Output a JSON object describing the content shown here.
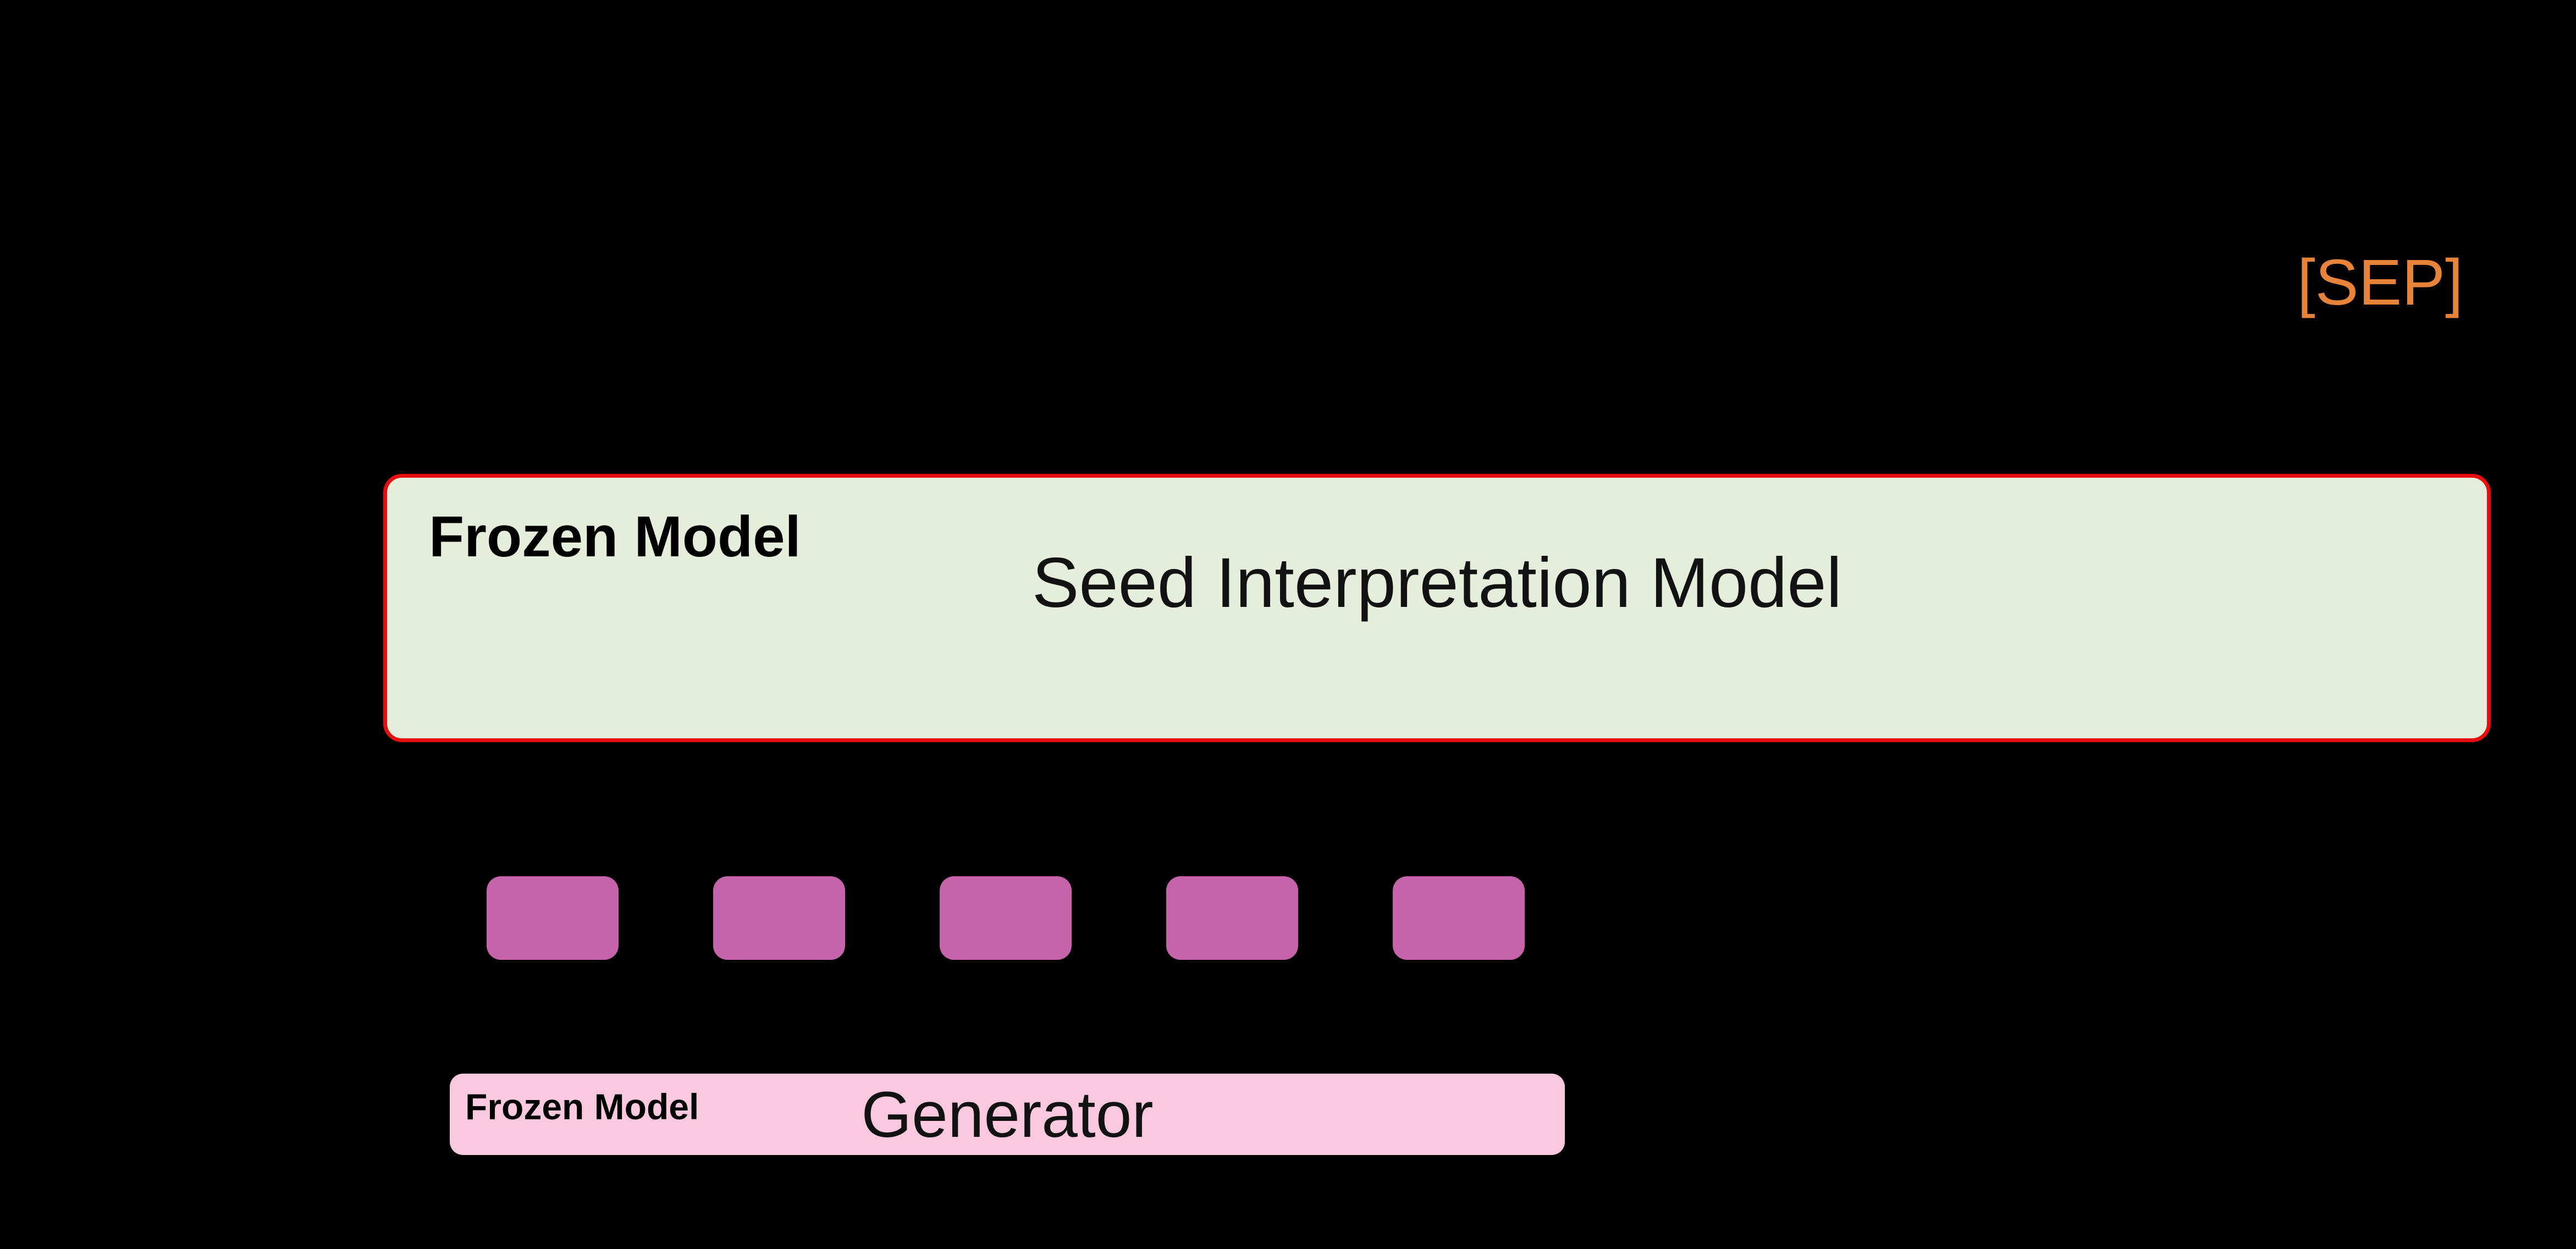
{
  "figure": {
    "background_color": "#000000",
    "tokens": [
      {
        "name": "sep",
        "label": "[SEP]",
        "color": "#E8833A"
      }
    ],
    "interpretation_model": {
      "title": "Seed Interpretation Model",
      "frozen_badge": "Frozen Model",
      "fill_color": "#E5EEDB",
      "border_color": "#E80C0C",
      "connector_stubs": 4
    },
    "embedding_blocks": {
      "count": 5,
      "color": "#C564AB",
      "left_positions": [
        885,
        1297,
        1709,
        2121,
        2533
      ]
    },
    "generator_model": {
      "title": "Generator",
      "frozen_badge": "Frozen Model",
      "fill_color": "#FBC9DF",
      "text_color": "#121212"
    }
  }
}
